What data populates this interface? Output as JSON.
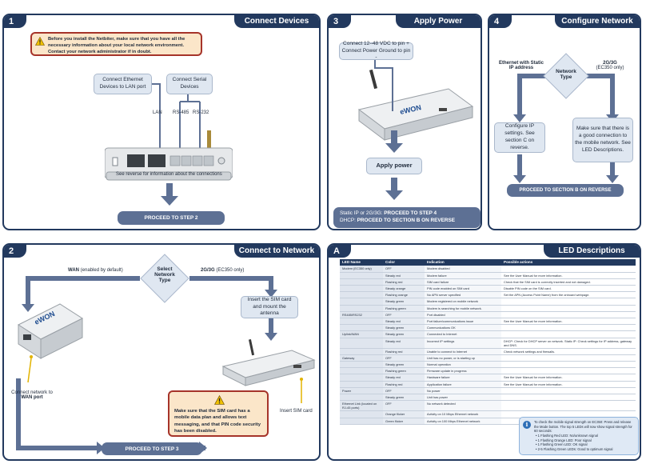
{
  "panel1": {
    "number": "1",
    "title": "Connect Devices",
    "warning": "Before you install the Netbiter, make sure that you have all the necessary information about your local network environment. Contact your network administrator if in doubt.",
    "box_lan": "Connect Ethernet Devices to LAN port",
    "box_serial": "Connect Serial Devices",
    "label_lan": "LAN",
    "label_rs485": "RS-485",
    "label_rs232": "RS-232",
    "caption": "See reverse for information about the connections",
    "proceed": "PROCEED TO STEP 2"
  },
  "panel3": {
    "number": "3",
    "title": "Apply Power",
    "box_power": "Connect 12–48 VDC to pin + Connect Power Ground to pin -",
    "apply_power": "Apply power",
    "static_label": "Static IP or 2G/3G:",
    "static_action": "PROCEED TO STEP 4",
    "dhcp_label": "DHCP:",
    "dhcp_action": "PROCEED TO SECTION B ON REVERSE"
  },
  "panel4": {
    "number": "4",
    "title": "Configure Network",
    "left_label": "Ethernet with Static IP address",
    "decision": "Network Type",
    "right_label": "2G/3G",
    "right_sub": "(EC350 only)",
    "box_left": "Configure IP settings. See section C on reverse.",
    "box_right": "Make sure that there is a good connection to the mobile network. See LED Descriptions.",
    "proceed": "PROCEED TO SECTION B ON REVERSE"
  },
  "panel2": {
    "number": "2",
    "title": "Connect to Network",
    "wan_label": "WAN",
    "wan_sub": "(enabled by default)",
    "decision": "Select Network Type",
    "g3_label": "2G/3G",
    "g3_sub": "(EC350 only)",
    "box_sim": "Insert the SIM card and mount the antenna",
    "connect_label": "Connect network to",
    "connect_port": "WAN port",
    "sim_label": "Insert SIM card",
    "warning": "Make sure that the SIM card has a mobile data plan and allows text messaging, and that PIN code security has been disabled.",
    "proceed": "PROCEED TO STEP 3",
    "device_brand": "eWON"
  },
  "panelA": {
    "number": "A",
    "title": "LED Descriptions",
    "headers": [
      "LED Name",
      "Color",
      "Indication",
      "Possible actions"
    ],
    "rows": [
      [
        "Modem (EC350 only)",
        "OFF",
        "Modem disabled",
        ""
      ],
      [
        "",
        "Steady red",
        "Modem failure",
        "See the User Manual for more information."
      ],
      [
        "",
        "Flashing red",
        "SIM card failure",
        "Check that the SIM card is correctly inserted and not damaged."
      ],
      [
        "",
        "Steady orange",
        "PIN code enabled on SIM card",
        "Disable PIN code on the SIM card."
      ],
      [
        "",
        "Flashing orange",
        "No APN server specified",
        "Set the APN (Access Point Name) from the onboard webpage."
      ],
      [
        "",
        "Steady green",
        "Modem registered on mobile network",
        ""
      ],
      [
        "",
        "Flashing green",
        "Modem is searching for mobile network.",
        ""
      ],
      [
        "RS485/RS232",
        "OFF",
        "Port disabled",
        ""
      ],
      [
        "",
        "Steady red",
        "Port failure/communications issue",
        "See the User Manual for more information."
      ],
      [
        "",
        "Steady green",
        "Communications OK",
        ""
      ],
      [
        "Uplink/WAN",
        "Steady green",
        "Connected to Internet",
        ""
      ],
      [
        "",
        "Steady red",
        "Incorrect IP settings",
        "DHCP: Check for DHCP server on network. Static IP: Check settings for IP address, gateway and DNS."
      ],
      [
        "",
        "Flashing red",
        "Unable to connect to Internet",
        "Check network settings and firewalls."
      ],
      [
        "Gateway",
        "OFF",
        "Unit has no power, or is starting up",
        ""
      ],
      [
        "",
        "Steady green",
        "Normal operation",
        ""
      ],
      [
        "",
        "Flashing green",
        "Firmware update in progress",
        ""
      ],
      [
        "",
        "Steady red",
        "Hardware failure",
        "See the User Manual for more information."
      ],
      [
        "",
        "Flashing red",
        "Application failure",
        "See the User Manual for more information."
      ],
      [
        "Power",
        "OFF",
        "No power",
        ""
      ],
      [
        "",
        "Steady green",
        "Unit has power",
        ""
      ],
      [
        "Ethernet Link (located on RJ-45 ports)",
        "OFF",
        "No network detected",
        ""
      ],
      [
        "",
        "Orange flicker",
        "Activity on 10 Mbps Ethernet network",
        ""
      ],
      [
        "",
        "Green flicker",
        "Activity on 100 Mbps Ethernet network",
        ""
      ]
    ],
    "note_intro": "To check the mobile signal strength on EC350: Press and release the Mode button. The top 5 LEDs will now show signal strength for 60 seconds:",
    "note_items": [
      "1 Flashing Red LED: No/unknown signal",
      "1 Flashing Orange LED: Poor signal",
      "1 Flashing Green LED: OK signal",
      "2-5 Flashing Green LEDs: Good to optimum signal"
    ]
  },
  "colors": {
    "navy": "#22395e",
    "slate": "#5d7094",
    "box": "#dfe7f1",
    "warn_bg": "#fbe6c9",
    "warn_border": "#a6342a",
    "arrow": "#5d7094"
  }
}
